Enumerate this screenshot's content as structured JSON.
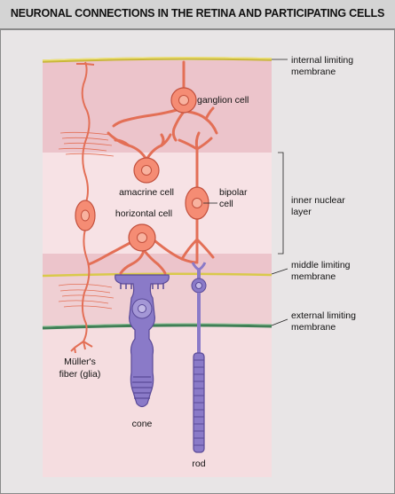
{
  "title": "NEURONAL CONNECTIONS IN THE RETINA AND PARTICIPATING CELLS",
  "right_labels": {
    "internal_1": "internal limiting",
    "internal_2": "membrane",
    "inner_nuclear_1": "inner nuclear",
    "inner_nuclear_2": "layer",
    "middle_1": "middle limiting",
    "middle_2": "membrane",
    "external_1": "external limiting",
    "external_2": "membrane"
  },
  "cell_labels": {
    "ganglion": "ganglion cell",
    "amacrine": "amacrine cell",
    "horizontal": "horizontal cell",
    "bipolar_1": "bipolar",
    "bipolar_2": "cell",
    "muller_1": "Müller's",
    "muller_2": "fiber (glia)",
    "cone": "cone",
    "rod": "rod"
  },
  "colors": {
    "neuron": "#f58c74",
    "neuron_outline": "#c2503d",
    "photoreceptor": "#8a7ac8",
    "photoreceptor_dark": "#5a4a98",
    "layer_dark": "#ecc4cb",
    "layer_light": "#f5dde0",
    "membrane_yellow": "#e6d646",
    "membrane_green": "#4a8a5a"
  }
}
